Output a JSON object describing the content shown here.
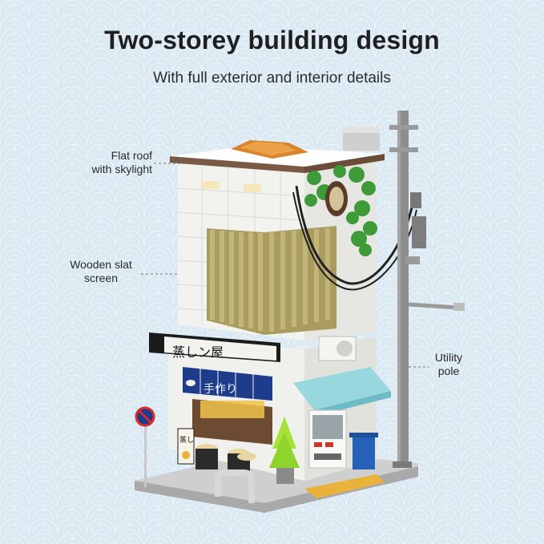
{
  "header": {
    "title": "Two-storey building design",
    "subtitle": "With full exterior and interior details"
  },
  "callouts": {
    "roof": [
      "Flat roof",
      "with skylight"
    ],
    "slat": [
      "Wooden slat",
      "screen"
    ],
    "pole": [
      "Utility",
      "pole"
    ]
  },
  "signage": {
    "main_sign": "蒸しン屋",
    "banner": "手作り",
    "side_sign": "蒸し"
  },
  "colors": {
    "background": "#dbe9f3",
    "wall": "#f2f2ef",
    "slat": "#b9ad72",
    "roof_trim": "#7a5a44",
    "awning": "#8fd6dd",
    "banner_blue": "#1e3c8c",
    "pole": "#8d8d8d"
  },
  "icons": [
    "no-parking-sign-icon",
    "vending-machine-icon",
    "trash-bin-icon",
    "tree-icon"
  ]
}
